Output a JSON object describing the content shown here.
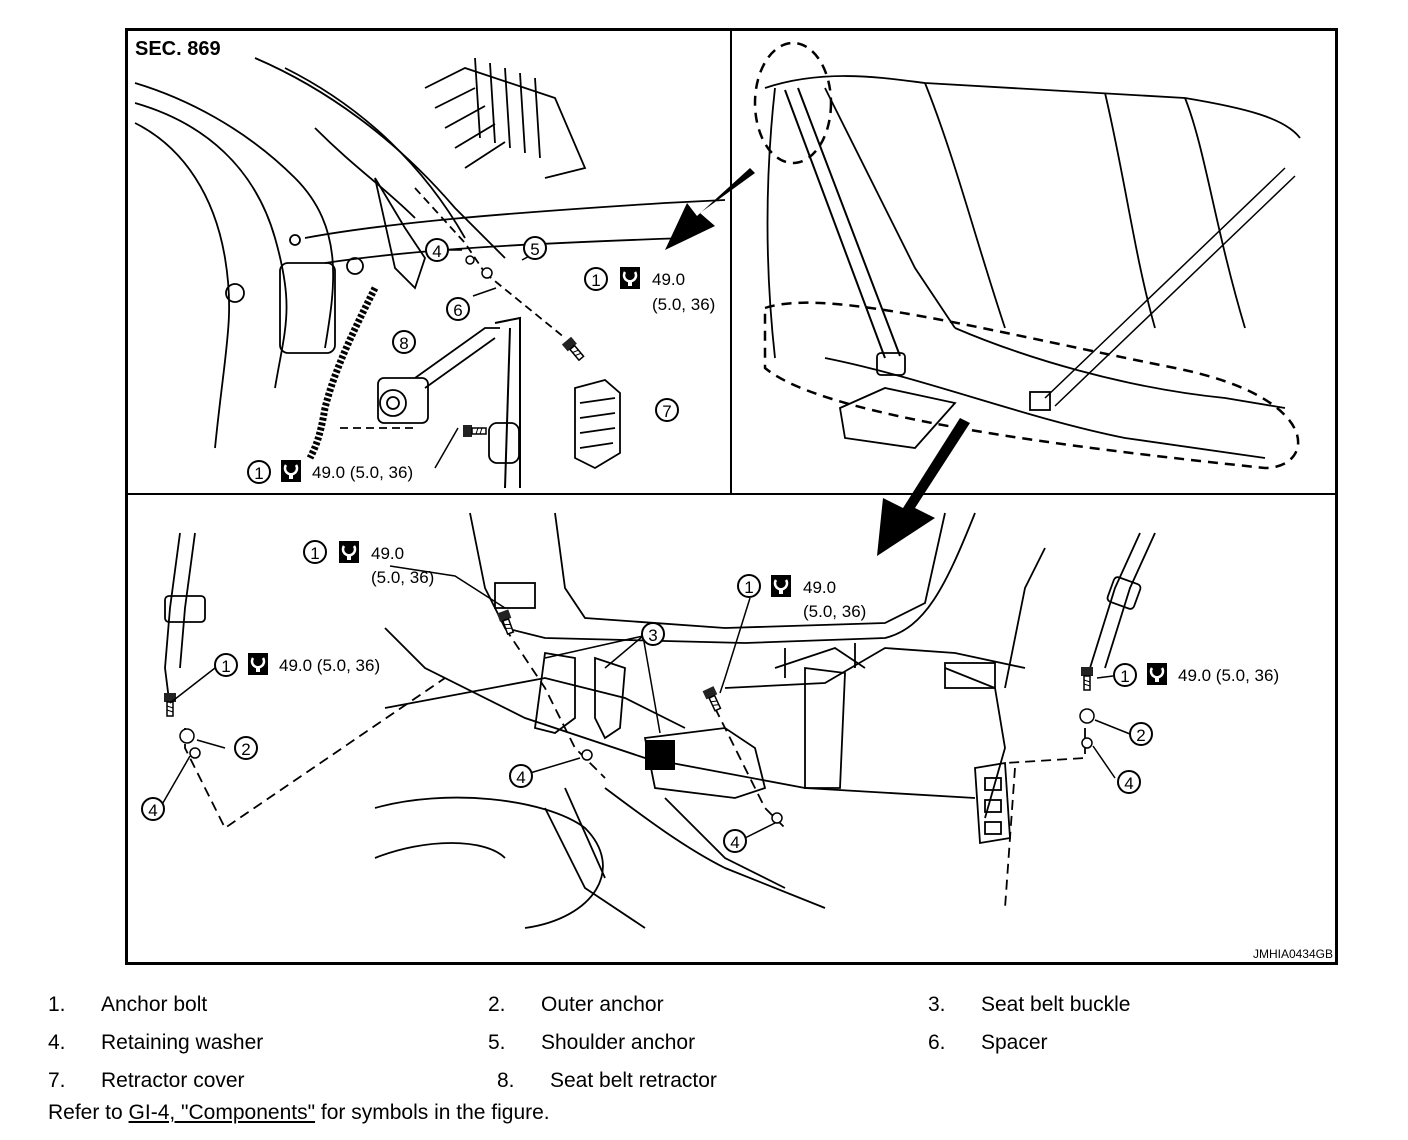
{
  "figure": {
    "section": "SEC. 869",
    "image_code": "JMHIA0434GB",
    "torque_labels": {
      "t1": "49.0",
      "t1b": "(5.0, 36)",
      "t2": "49.0 (5.0, 36)",
      "t3": "49.0",
      "t3b": "(5.0, 36)",
      "t4": "49.0",
      "t4b": "(5.0, 36)",
      "t5": "49.0 (5.0, 36)",
      "t6": "49.0 (5.0, 36)"
    },
    "callouts": {
      "c1": "1",
      "c2": "4",
      "c3": "5",
      "c4": "6",
      "c5": "8",
      "c6": "7",
      "c7": "1",
      "c8": "1",
      "c9": "1",
      "c10": "2",
      "c11": "4",
      "c12": "3",
      "c13": "4",
      "c14": "1",
      "c15": "4",
      "c16": "1",
      "c17": "2",
      "c18": "4"
    },
    "icons": [
      "torque-wrench-icon",
      "bolt-icon",
      "arrow-icon"
    ]
  },
  "legend": [
    {
      "num": "1.",
      "text": "Anchor bolt"
    },
    {
      "num": "2.",
      "text": "Outer anchor"
    },
    {
      "num": "3.",
      "text": "Seat belt buckle"
    },
    {
      "num": "4.",
      "text": "Retaining washer"
    },
    {
      "num": "5.",
      "text": "Shoulder anchor"
    },
    {
      "num": "6.",
      "text": "Spacer"
    },
    {
      "num": "7.",
      "text": "Retractor cover"
    },
    {
      "num": "8.",
      "text": "Seat belt retractor"
    }
  ],
  "note": {
    "prefix": "Refer to ",
    "link": "GI-4, \"Components\"",
    "suffix": " for symbols in the figure."
  }
}
